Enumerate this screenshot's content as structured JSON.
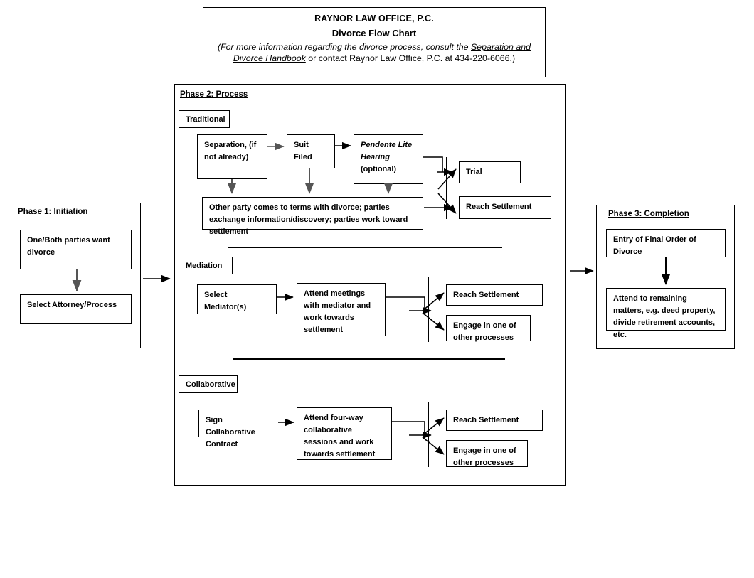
{
  "header": {
    "firm": "RAYNOR LAW OFFICE, P.C.",
    "title": "Divorce Flow Chart",
    "note_part1": "(For more information regarding the divorce process, consult the ",
    "note_link1": "Separation and",
    "note_link2": "Divorce Handbook",
    "note_part2": " or contact Raynor Law Office, P.C. at 434-220-6066.)"
  },
  "phase1": {
    "title": "Phase 1:  Initiation",
    "nodes": [
      {
        "id": "want-divorce",
        "text": "One/Both parties want divorce"
      },
      {
        "id": "select-attorney",
        "text": "Select Attorney/Process"
      }
    ]
  },
  "phase2": {
    "title": "Phase 2:  Process",
    "tracks": [
      {
        "id": "traditional",
        "label": "Traditional",
        "nodes": [
          {
            "id": "separation",
            "text": "Separation, (if not already)"
          },
          {
            "id": "suit-filed",
            "text": "Suit Filed"
          },
          {
            "id": "pendente-lite-italic",
            "text": "Pendente Lite Hearing"
          },
          {
            "id": "pendente-lite-optional",
            "text": "(optional)"
          },
          {
            "id": "other-party-terms",
            "text": "Other party comes to terms with divorce; parties exchange information/discovery; parties work toward settlement"
          },
          {
            "id": "trial",
            "text": "Trial"
          },
          {
            "id": "reach-settlement",
            "text": "Reach Settlement"
          }
        ]
      },
      {
        "id": "mediation",
        "label": "Mediation",
        "nodes": [
          {
            "id": "select-mediator",
            "text": "Select Mediator(s)"
          },
          {
            "id": "attend-meetings",
            "text": "Attend meetings with mediator and work towards settlement"
          },
          {
            "id": "reach-settlement",
            "text": "Reach Settlement"
          },
          {
            "id": "engage-other",
            "text": "Engage in one of other processes"
          }
        ]
      },
      {
        "id": "collaborative",
        "label": "Collaborative",
        "nodes": [
          {
            "id": "sign-contract",
            "text": "Sign Collaborative Contract"
          },
          {
            "id": "attend-four-way",
            "text": "Attend four-way collaborative sessions and work towards settlement"
          },
          {
            "id": "reach-settlement",
            "text": "Reach Settlement"
          },
          {
            "id": "engage-other",
            "text": "Engage in one of other processes"
          }
        ]
      }
    ]
  },
  "phase3": {
    "title": "Phase 3:  Completion",
    "nodes": [
      {
        "id": "final-order",
        "text": "Entry of Final Order of Divorce"
      },
      {
        "id": "remaining-matters",
        "text": "Attend to remaining matters, e.g. deed property, divide retirement accounts, etc."
      }
    ]
  },
  "colors": {
    "stroke": "#000000",
    "background": "#ffffff"
  }
}
